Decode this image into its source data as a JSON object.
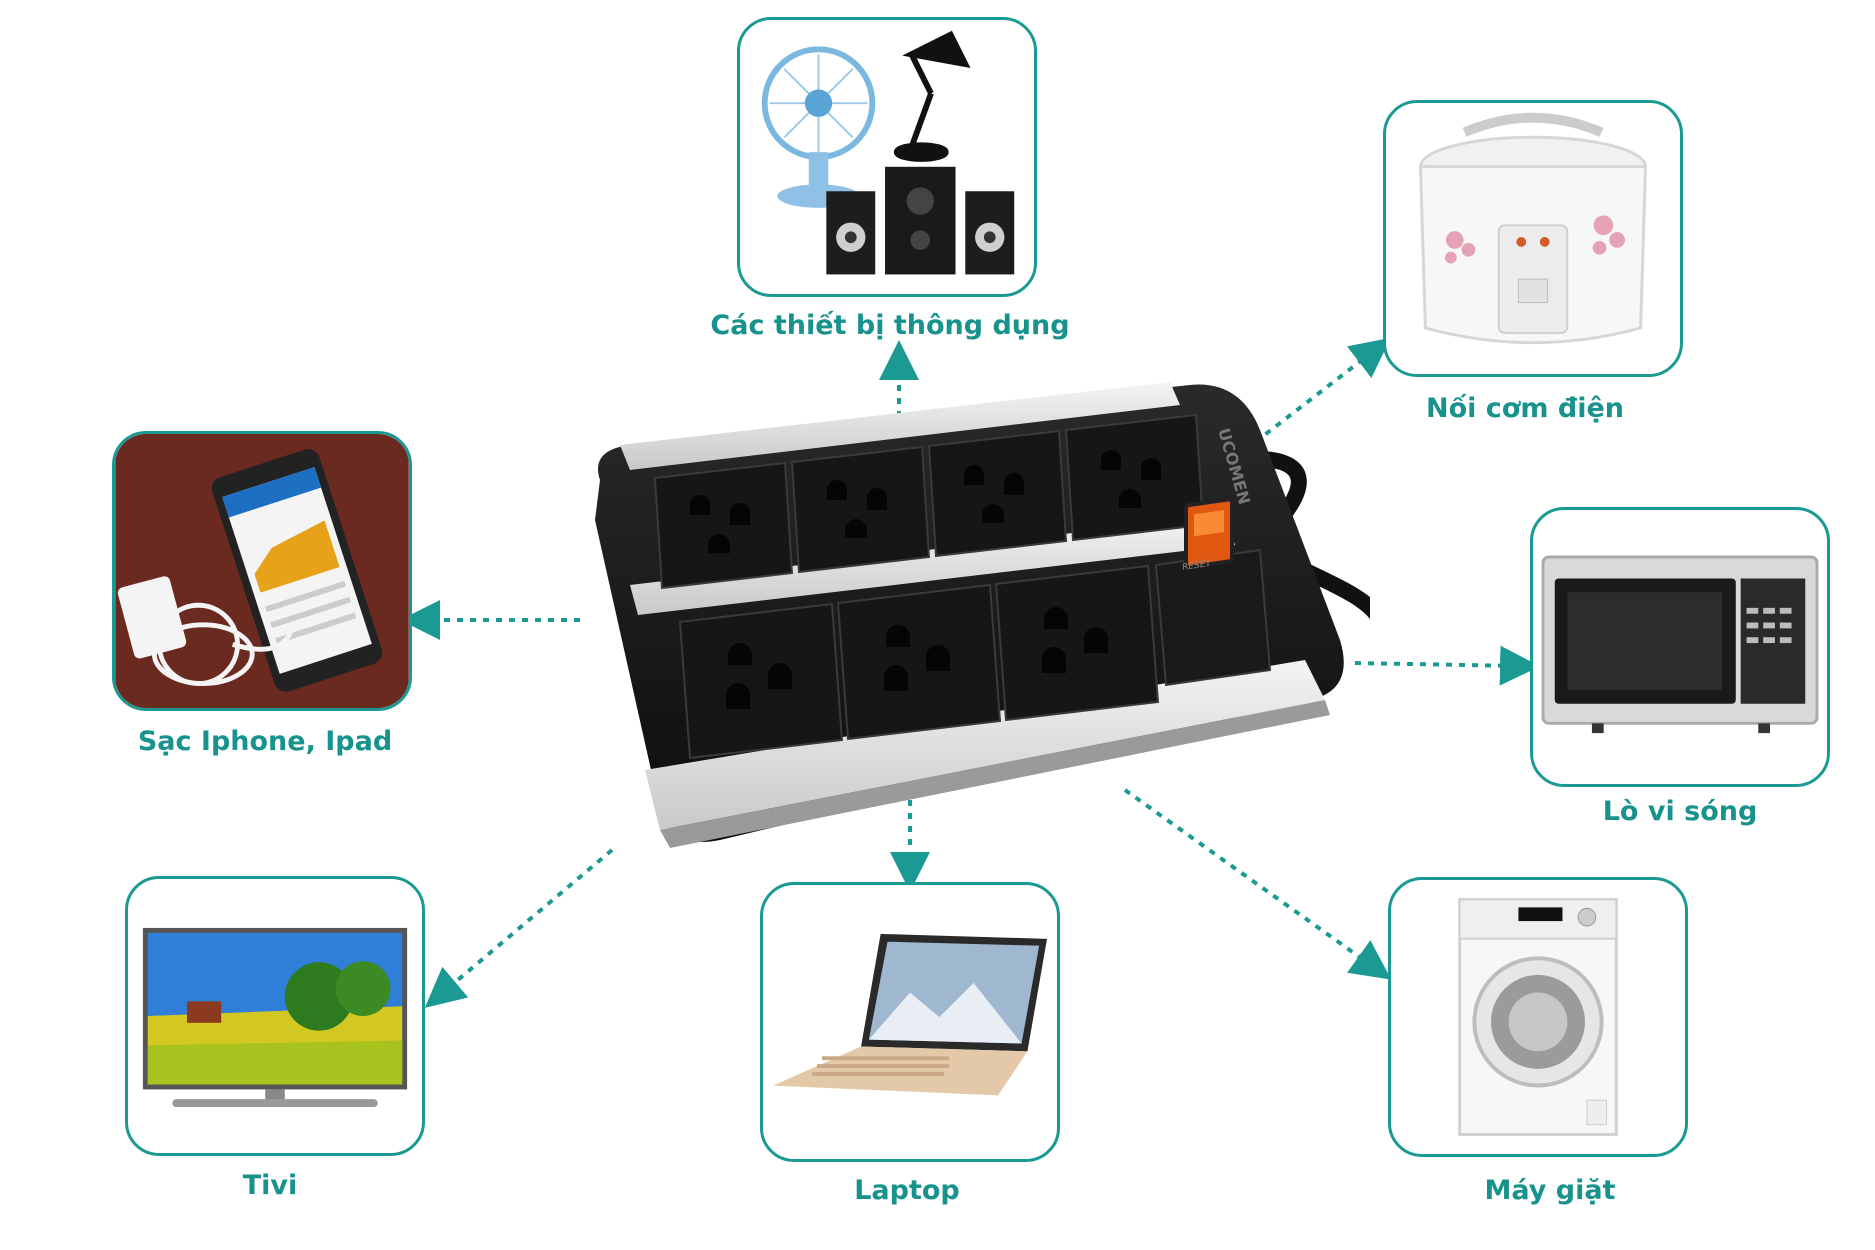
{
  "accent_color": "#1a9a93",
  "power_strip": {
    "brand": "UCOMEN",
    "switch_label": "RESET",
    "outlet_count": 7
  },
  "devices": [
    {
      "id": "common",
      "label": "Các thiết bị thông dụng",
      "icons": [
        "fan-icon",
        "desk-lamp-icon",
        "speaker-system-icon"
      ]
    },
    {
      "id": "rice-cooker",
      "label": "Nối cơm điện",
      "icons": [
        "rice-cooker-icon"
      ]
    },
    {
      "id": "charger",
      "label": "Sạc Iphone, Ipad",
      "icons": [
        "smartphone-icon",
        "charger-icon"
      ]
    },
    {
      "id": "microwave",
      "label": "Lò vi sóng",
      "icons": [
        "microwave-icon"
      ]
    },
    {
      "id": "tv",
      "label": "Tivi",
      "icons": [
        "tv-icon"
      ]
    },
    {
      "id": "laptop",
      "label": "Laptop",
      "icons": [
        "laptop-icon"
      ]
    },
    {
      "id": "washer",
      "label": "Máy giặt",
      "icons": [
        "washing-machine-icon"
      ]
    }
  ]
}
